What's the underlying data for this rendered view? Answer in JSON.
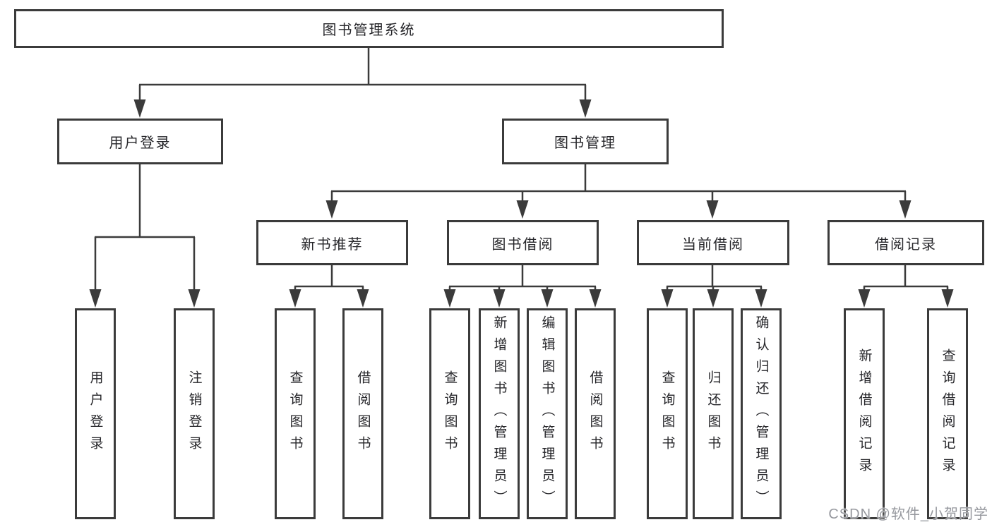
{
  "diagram_type": "hierarchy-tree",
  "colors": {
    "line": "#3b3b3b",
    "text": "#26262a",
    "background": "#ffffff",
    "watermark": "#96989e"
  },
  "tree": {
    "label": "图书管理系统",
    "children": [
      {
        "label": "用户登录",
        "children": [
          {
            "label": "用户登录"
          },
          {
            "label": "注销登录"
          }
        ]
      },
      {
        "label": "图书管理",
        "children": [
          {
            "label": "新书推荐",
            "children": [
              {
                "label": "查询图书"
              },
              {
                "label": "借阅图书"
              }
            ]
          },
          {
            "label": "图书借阅",
            "children": [
              {
                "label": "查询图书"
              },
              {
                "label": "新增图书（管理员）"
              },
              {
                "label": "编辑图书（管理员）"
              },
              {
                "label": "借阅图书"
              }
            ]
          },
          {
            "label": "当前借阅",
            "children": [
              {
                "label": "查询图书"
              },
              {
                "label": "归还图书"
              },
              {
                "label": "确认归还（管理员）"
              }
            ]
          },
          {
            "label": "借阅记录",
            "children": [
              {
                "label": "新增借阅记录"
              },
              {
                "label": "查询借阅记录"
              }
            ]
          }
        ]
      }
    ]
  },
  "watermark": {
    "text": "CSDN @软件_小贺同学"
  }
}
